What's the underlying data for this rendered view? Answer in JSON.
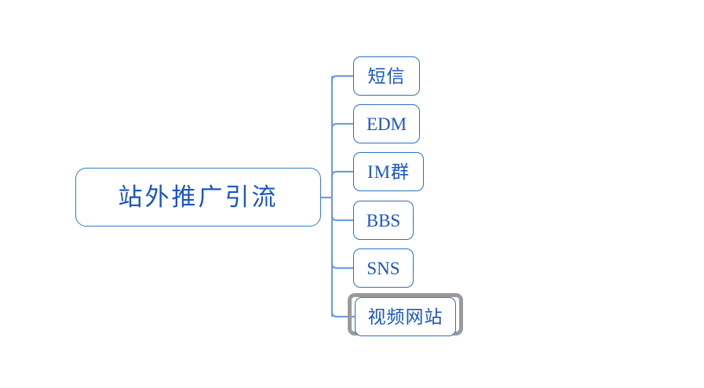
{
  "diagram": {
    "type": "mind-map",
    "background_color": "#ffffff",
    "node_border_color": "#2f6fc0",
    "node_text_color": "#1a56c4",
    "connector_color": "#6f9fd8",
    "selection_color": "#9a9a9a",
    "root": {
      "label": "站外推广引流"
    },
    "children": [
      {
        "label": "短信",
        "selected": false
      },
      {
        "label": "EDM",
        "selected": false
      },
      {
        "label": "IM群",
        "selected": false
      },
      {
        "label": "BBS",
        "selected": false
      },
      {
        "label": "SNS",
        "selected": false
      },
      {
        "label": "视频网站",
        "selected": true
      }
    ]
  }
}
